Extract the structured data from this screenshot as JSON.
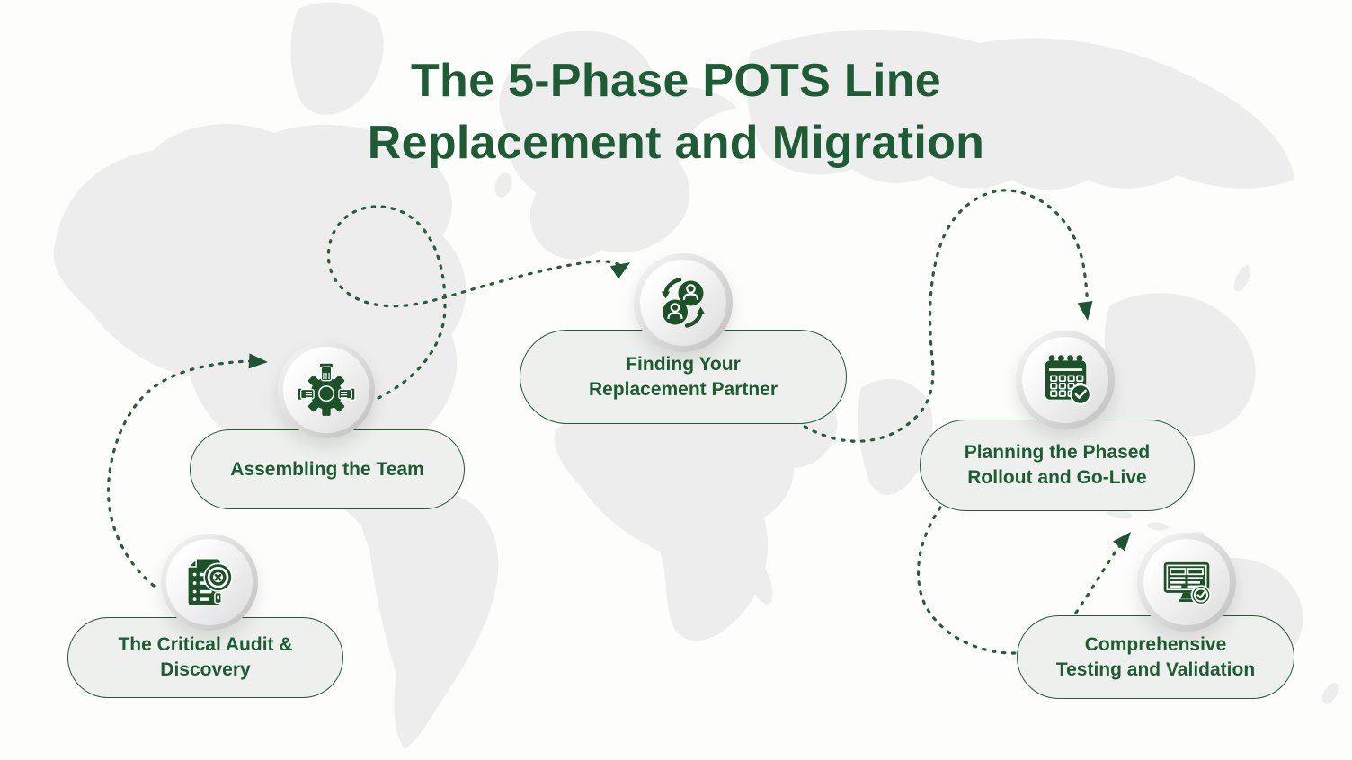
{
  "title": {
    "line1": "The 5-Phase POTS Line",
    "line2": "Replacement and Migration"
  },
  "phases": [
    {
      "label_line1": "The Critical Audit &",
      "label_line2": "Discovery",
      "icon": "audit-document-magnifier-icon"
    },
    {
      "label_line1": "Assembling the Team",
      "label_line2": "",
      "icon": "team-gear-hands-icon"
    },
    {
      "label_line1": "Finding Your",
      "label_line2": "Replacement Partner",
      "icon": "people-swap-icon"
    },
    {
      "label_line1": "Planning the Phased",
      "label_line2": "Rollout and Go-Live",
      "icon": "calendar-check-icon"
    },
    {
      "label_line1": "Comprehensive",
      "label_line2": "Testing and Validation",
      "icon": "monitor-checklist-check-icon"
    }
  ],
  "colors": {
    "primary_green": "#1d5c34",
    "icon_green": "#1d5229",
    "pill_fill": "#eef0ee",
    "pill_border": "#27583b",
    "connector_green": "#2b5b3e",
    "circle_ring_gray": "#bfbfbf",
    "circle_face_white": "#ffffff",
    "map_gray": "#ededed",
    "background": "#fdfdfc"
  }
}
